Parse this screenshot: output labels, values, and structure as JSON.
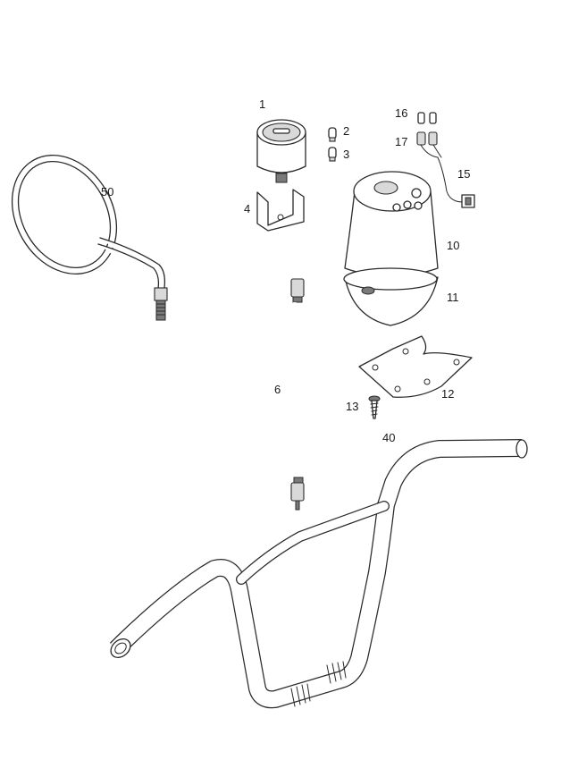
{
  "labels": {
    "p1": "1",
    "p2": "2",
    "p3": "3",
    "p4": "4",
    "p6": "6",
    "p10": "10",
    "p11": "11",
    "p12": "12",
    "p13": "13",
    "p15": "15",
    "p16": "16",
    "p17": "17",
    "p40": "40",
    "p50": "50"
  }
}
